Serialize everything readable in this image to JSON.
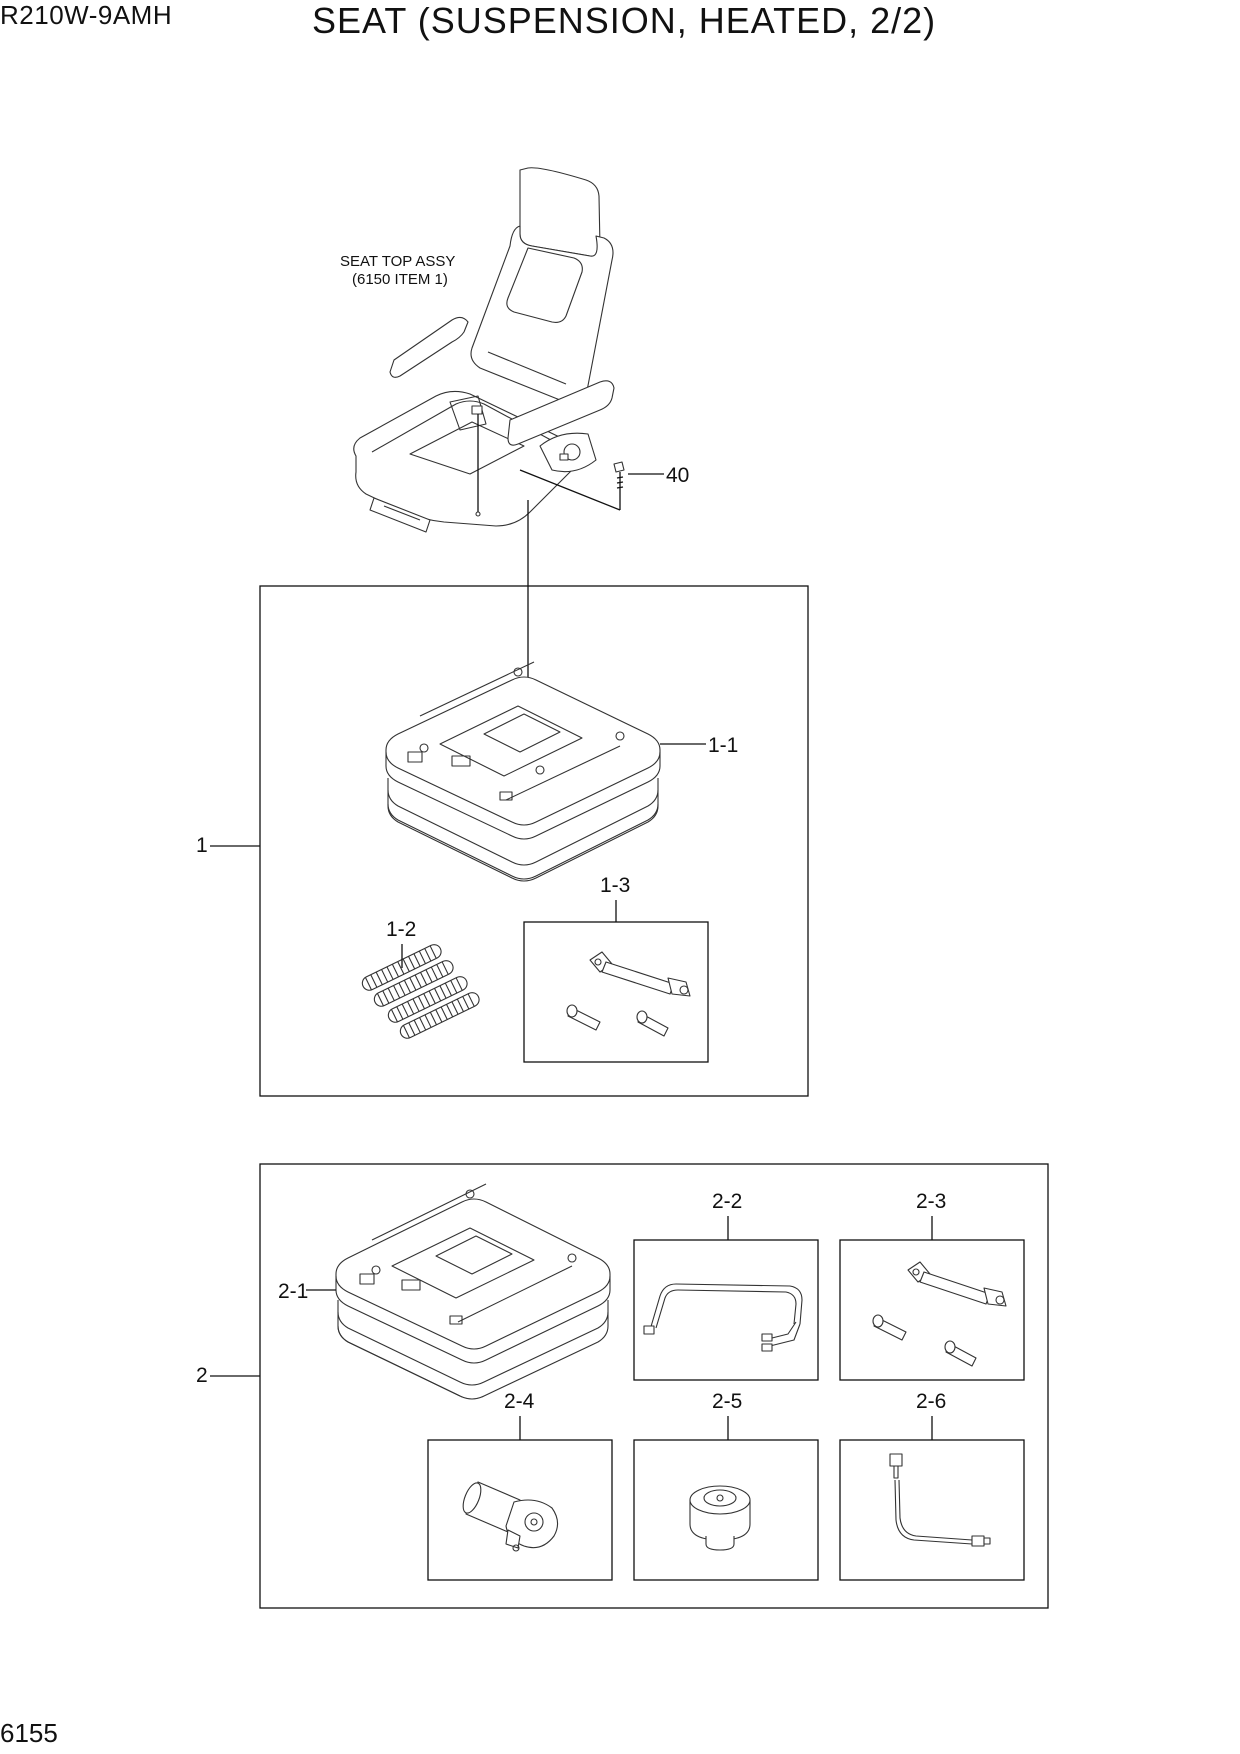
{
  "header": {
    "model": "R210W-9AMH",
    "title": "SEAT (SUSPENSION, HEATED, 2/2)"
  },
  "page_number": "6155",
  "seat_note": {
    "line1": "SEAT TOP ASSY",
    "line2": "(6150 ITEM 1)"
  },
  "callouts": {
    "c40": "40",
    "c1": "1",
    "c1_1": "1-1",
    "c1_2": "1-2",
    "c1_3": "1-3",
    "c2": "2",
    "c2_1": "2-1",
    "c2_2": "2-2",
    "c2_3": "2-3",
    "c2_4": "2-4",
    "c2_5": "2-5",
    "c2_6": "2-6"
  },
  "icons": {
    "seat": "seat-top-assembly-icon",
    "bolt": "bolt-icon",
    "suspension": "suspension-base-icon",
    "springs": "spring-set-icon",
    "shock": "damper-kit-icon",
    "harness": "wire-harness-icon",
    "compressor": "air-compressor-icon",
    "switch": "control-switch-icon",
    "cable": "cable-assembly-icon"
  }
}
